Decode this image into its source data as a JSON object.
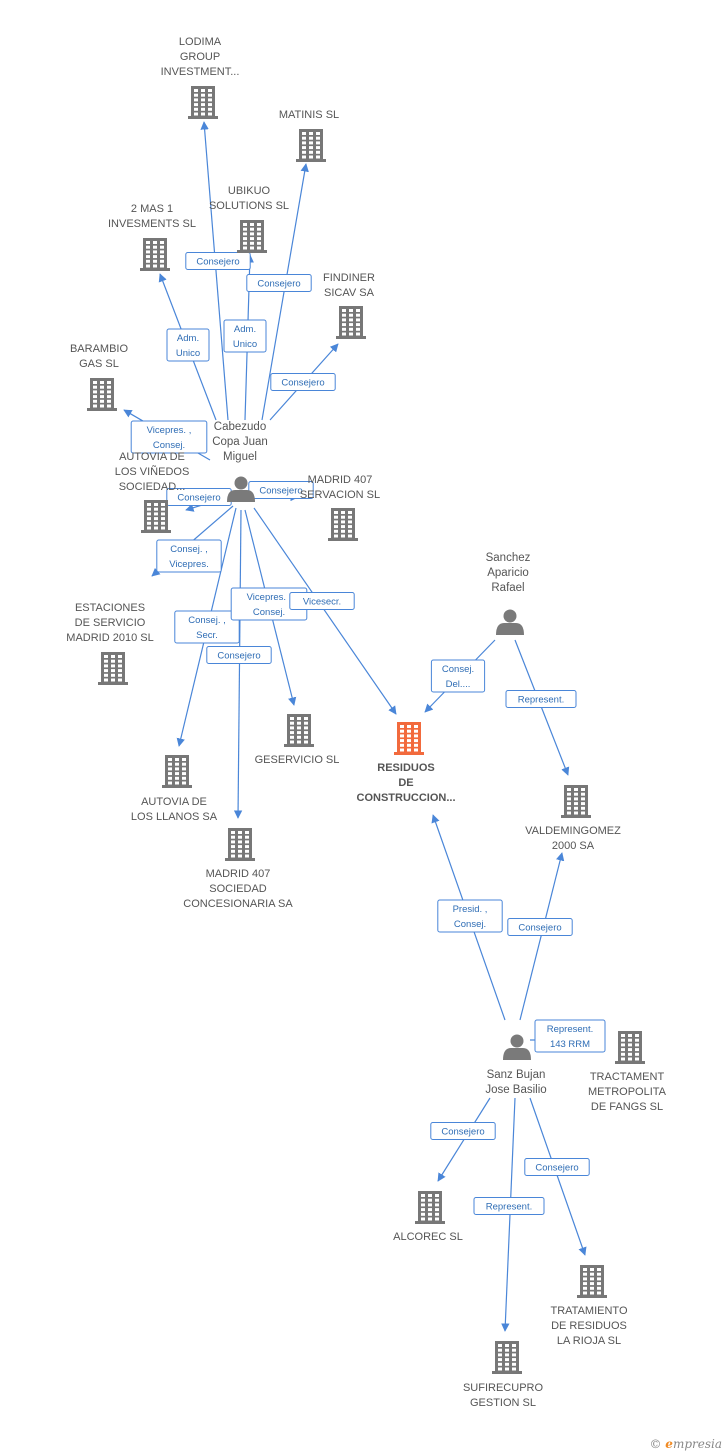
{
  "brand": {
    "copyright": "©",
    "e": "e",
    "name": "mpresia"
  },
  "colors": {
    "edge": "#4a86d8",
    "company": "#777777",
    "main": "#f26a3d",
    "person": "#7a7a7a"
  },
  "nodes": [
    {
      "id": "lodima",
      "kind": "company",
      "label": [
        "LODIMA",
        "GROUP",
        "INVESTMENT..."
      ]
    },
    {
      "id": "matinis",
      "kind": "company",
      "label": [
        "MATINIS SL"
      ]
    },
    {
      "id": "ubikuo",
      "kind": "company",
      "label": [
        "UBIKUO",
        "SOLUTIONS SL"
      ]
    },
    {
      "id": "2mas1",
      "kind": "company",
      "label": [
        "2 MAS 1",
        "INVESMENTS SL"
      ]
    },
    {
      "id": "findiner",
      "kind": "company",
      "label": [
        "FINDINER",
        "SICAV SA"
      ]
    },
    {
      "id": "barambio",
      "kind": "company",
      "label": [
        "BARAMBIO",
        "GAS SL"
      ]
    },
    {
      "id": "cabezudo",
      "kind": "person",
      "label": [
        "Cabezudo",
        "Copa Juan",
        "Miguel"
      ]
    },
    {
      "id": "autovia_vinedos",
      "kind": "company",
      "label": [
        "AUTOVIA DE",
        "LOS VIÑEDOS",
        "SOCIEDAD..."
      ]
    },
    {
      "id": "madrid407s",
      "kind": "company",
      "label": [
        "MADRID 407",
        "SERVACION SL"
      ]
    },
    {
      "id": "estaciones",
      "kind": "company",
      "label": [
        "ESTACIONES",
        "DE SERVICIO",
        "MADRID 2010 SL"
      ]
    },
    {
      "id": "sanchez",
      "kind": "person",
      "label": [
        "Sanchez",
        "Aparicio",
        "Rafael"
      ]
    },
    {
      "id": "residuos",
      "kind": "main",
      "label": [
        "RESIDUOS",
        "DE",
        "CONSTRUCCION..."
      ]
    },
    {
      "id": "autovia_llanos",
      "kind": "company",
      "label": [
        "AUTOVIA DE",
        "LOS LLANOS SA"
      ]
    },
    {
      "id": "geservicio",
      "kind": "company",
      "label": [
        "GESERVICIO SL"
      ]
    },
    {
      "id": "valdemingomez",
      "kind": "company",
      "label": [
        "VALDEMINGOMEZ",
        "2000 SA"
      ]
    },
    {
      "id": "madrid407c",
      "kind": "company",
      "label": [
        "MADRID 407",
        "SOCIEDAD",
        "CONCESIONARIA SA"
      ]
    },
    {
      "id": "sanz",
      "kind": "person",
      "label": [
        "Sanz Bujan",
        "Jose Basilio"
      ]
    },
    {
      "id": "tractament",
      "kind": "company",
      "label": [
        "TRACTAMENT",
        "METROPOLITA",
        "DE FANGS SL"
      ]
    },
    {
      "id": "alcorec",
      "kind": "company",
      "label": [
        "ALCOREC SL"
      ]
    },
    {
      "id": "tratamiento",
      "kind": "company",
      "label": [
        "TRATAMIENTO",
        "DE RESIDUOS",
        "LA RIOJA SL"
      ]
    },
    {
      "id": "sufirecupro",
      "kind": "company",
      "label": [
        "SUFIRECUPRO",
        "GESTION SL"
      ]
    }
  ],
  "edges": [
    {
      "from": "cabezudo",
      "to": "lodima",
      "label": [
        "Consejero"
      ]
    },
    {
      "from": "cabezudo",
      "to": "matinis",
      "label": [
        "Consejero"
      ]
    },
    {
      "from": "cabezudo",
      "to": "ubikuo",
      "label": [
        "Adm.",
        "Unico"
      ]
    },
    {
      "from": "cabezudo",
      "to": "2mas1",
      "label": [
        "Adm.",
        "Unico"
      ]
    },
    {
      "from": "cabezudo",
      "to": "findiner",
      "label": [
        "Consejero"
      ]
    },
    {
      "from": "cabezudo",
      "to": "barambio",
      "label": [
        "Vicepres. ,",
        "Consej."
      ]
    },
    {
      "from": "cabezudo",
      "to": "autovia_vinedos",
      "label": [
        "Consejero"
      ]
    },
    {
      "from": "cabezudo",
      "to": "madrid407s",
      "label": [
        "Consejero"
      ]
    },
    {
      "from": "cabezudo",
      "to": "estaciones",
      "label": [
        "Consej. ,",
        "Vicepres."
      ]
    },
    {
      "from": "cabezudo",
      "to": "autovia_llanos",
      "label": [
        "Consej. ,",
        "Secr."
      ]
    },
    {
      "from": "cabezudo",
      "to": "madrid407c",
      "label": [
        "Consejero"
      ]
    },
    {
      "from": "cabezudo",
      "to": "geservicio",
      "label": [
        "Vicepres. ,",
        "Consej."
      ]
    },
    {
      "from": "cabezudo",
      "to": "residuos",
      "label": [
        "Vicesecr."
      ]
    },
    {
      "from": "sanchez",
      "to": "residuos",
      "label": [
        "Consej.",
        "Del...."
      ]
    },
    {
      "from": "sanchez",
      "to": "valdemingomez",
      "label": [
        "Represent."
      ]
    },
    {
      "from": "sanz",
      "to": "residuos",
      "label": [
        "Presid. ,",
        "Consej."
      ]
    },
    {
      "from": "sanz",
      "to": "valdemingomez",
      "label": [
        "Consejero"
      ]
    },
    {
      "from": "sanz",
      "to": "tractament",
      "label": [
        "Represent.",
        "143 RRM"
      ]
    },
    {
      "from": "sanz",
      "to": "alcorec",
      "label": [
        "Consejero"
      ]
    },
    {
      "from": "sanz",
      "to": "tratamiento",
      "label": [
        "Consejero"
      ]
    },
    {
      "from": "sanz",
      "to": "sufirecupro",
      "label": [
        "Represent."
      ]
    }
  ]
}
